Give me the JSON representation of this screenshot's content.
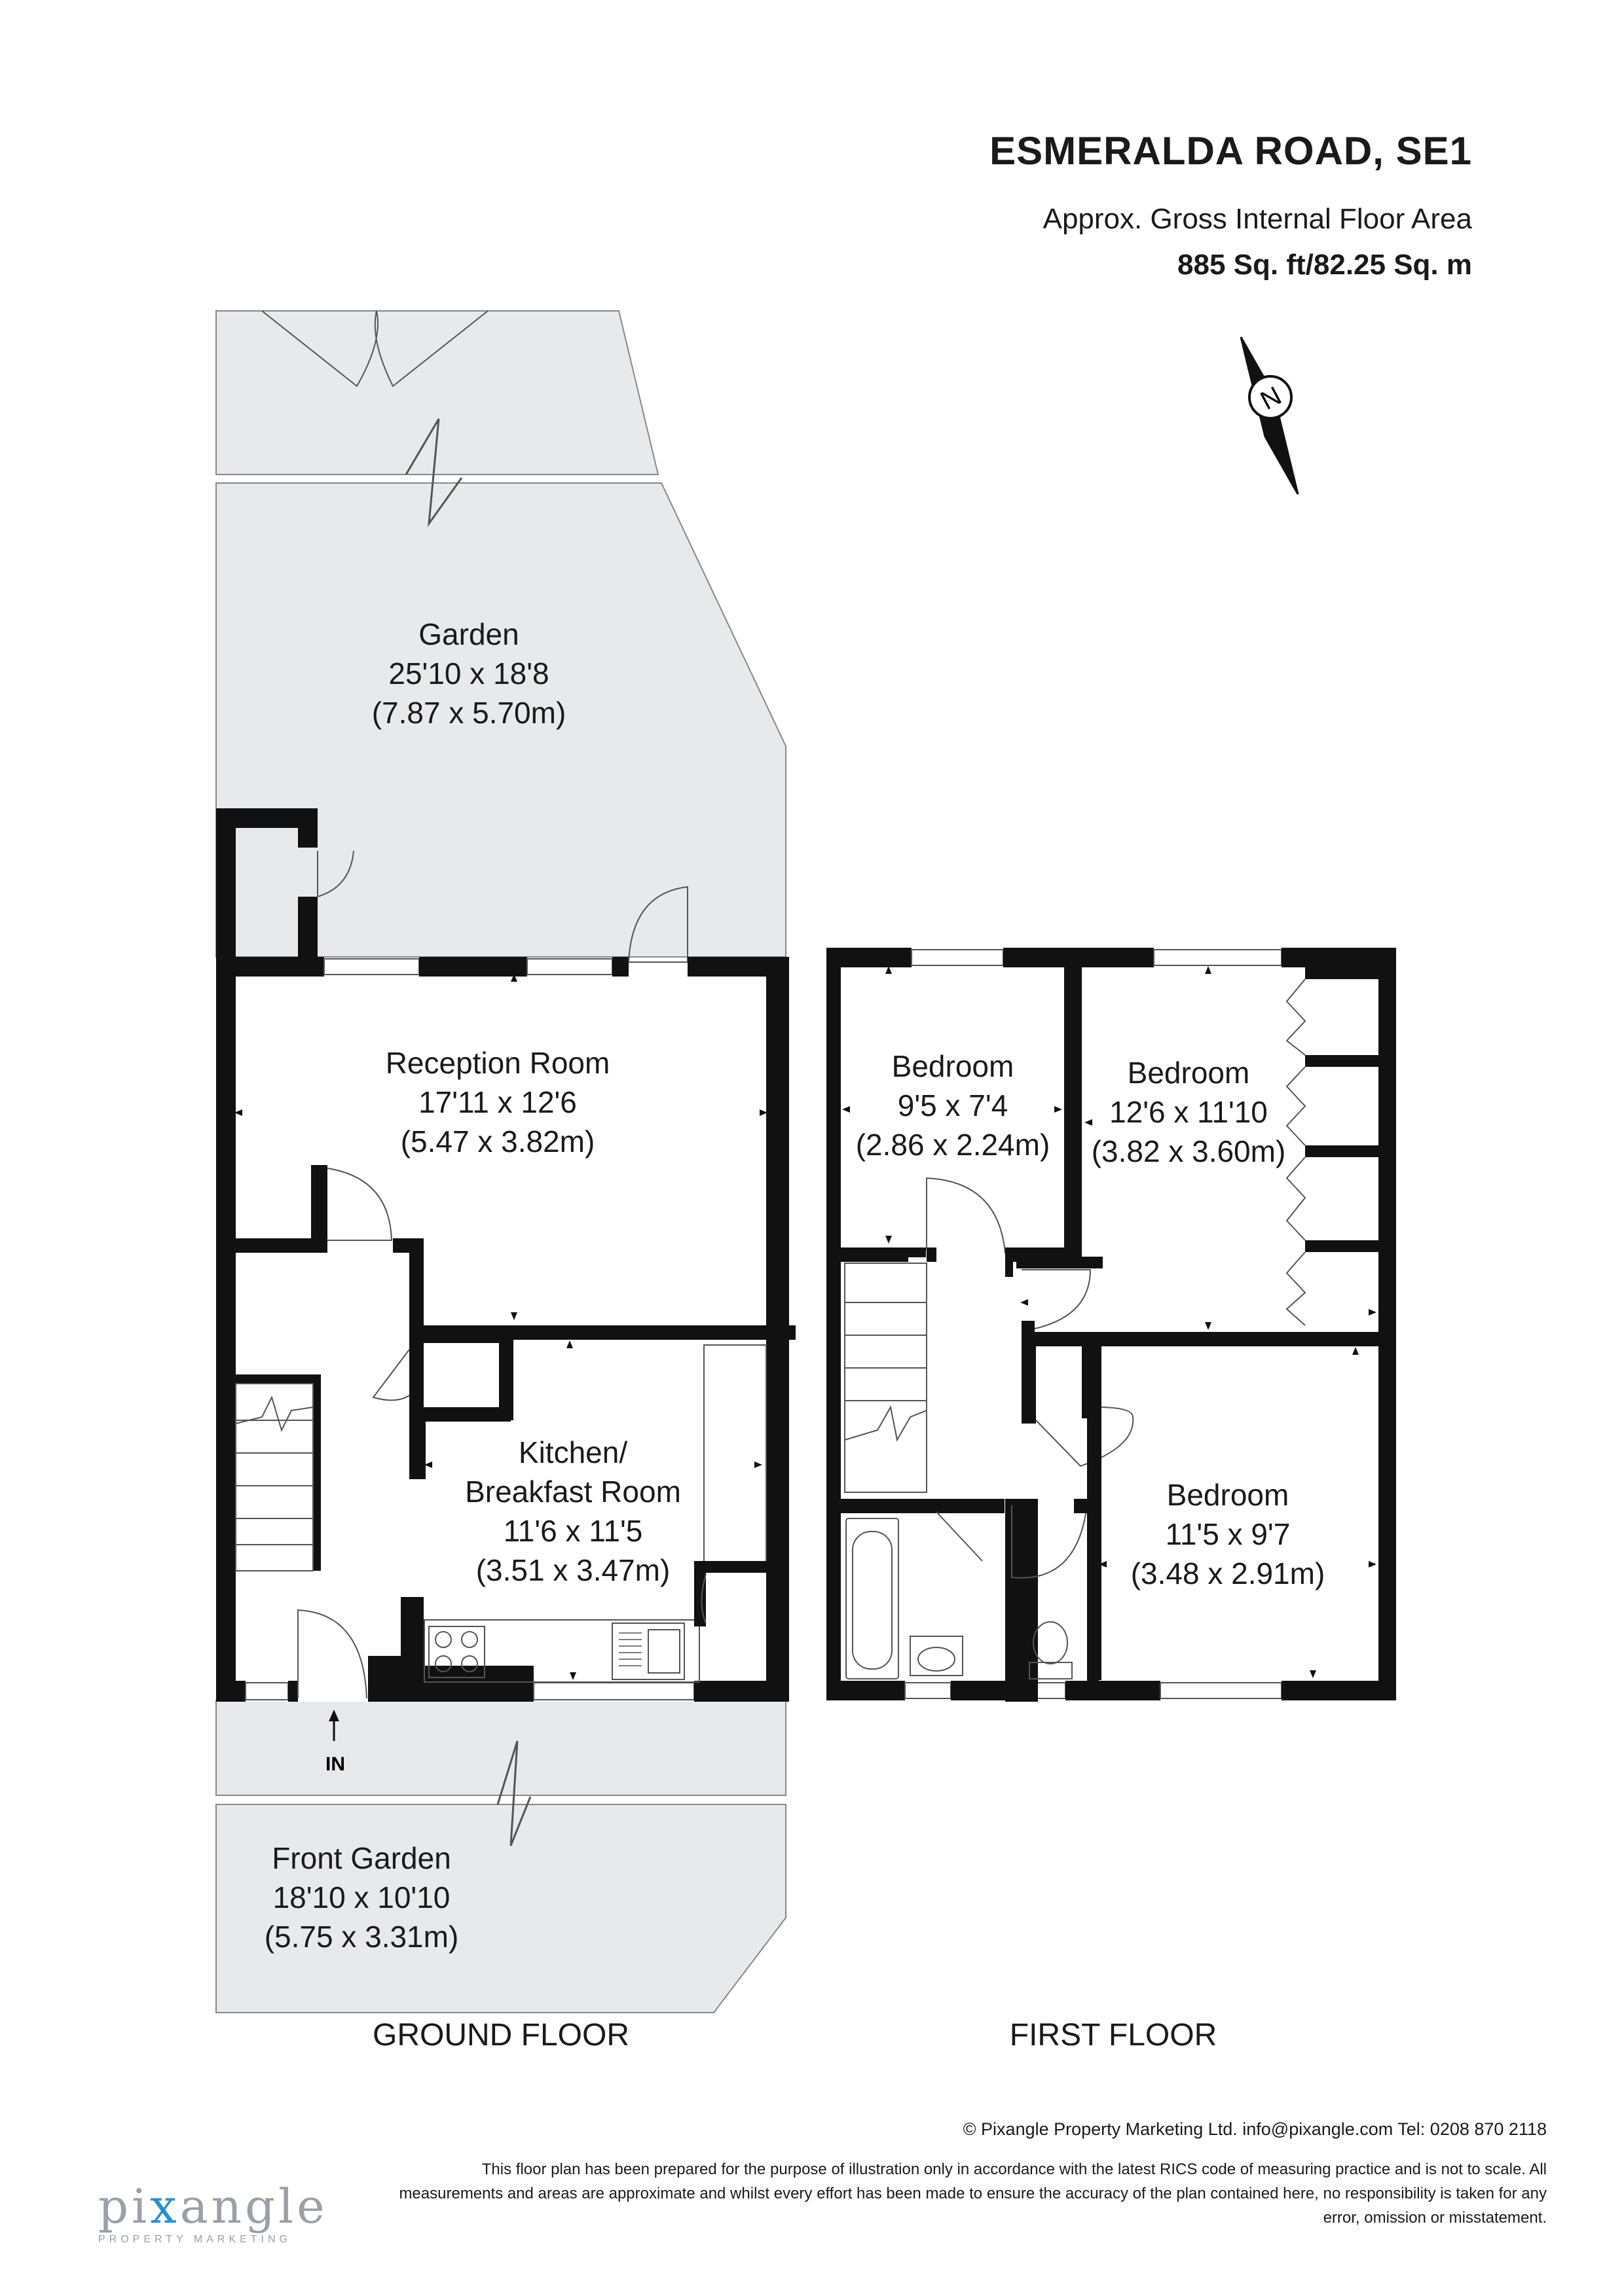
{
  "header": {
    "title": "ESMERALDA ROAD, SE1",
    "subtitle": "Approx. Gross Internal Floor Area",
    "area": "885 Sq. ft/82.25 Sq. m"
  },
  "compass": {
    "letter": "N"
  },
  "ground_floor": {
    "label": "GROUND FLOOR",
    "entrance": "IN",
    "rooms": {
      "garden": {
        "name": "Garden",
        "size_imperial": "25'10 x 18'8",
        "size_metric": "(7.87 x 5.70m)"
      },
      "reception": {
        "name": "Reception Room",
        "size_imperial": "17'11 x 12'6",
        "size_metric": "(5.47 x 3.82m)"
      },
      "kitchen": {
        "name_line1": "Kitchen/",
        "name_line2": "Breakfast Room",
        "size_imperial": "11'6 x 11'5",
        "size_metric": "(3.51 x 3.47m)"
      },
      "front_garden": {
        "name": "Front Garden",
        "size_imperial": "18'10 x 10'10",
        "size_metric": "(5.75 x 3.31m)"
      }
    }
  },
  "first_floor": {
    "label": "FIRST FLOOR",
    "rooms": {
      "bedroom1": {
        "name": "Bedroom",
        "size_imperial": "9'5 x 7'4",
        "size_metric": "(2.86 x 2.24m)"
      },
      "bedroom2": {
        "name": "Bedroom",
        "size_imperial": "12'6 x 11'10",
        "size_metric": "(3.82 x 3.60m)"
      },
      "bedroom3": {
        "name": "Bedroom",
        "size_imperial": "11'5 x 9'7",
        "size_metric": "(3.48 x 2.91m)"
      }
    }
  },
  "footer": {
    "copyright": "© Pixangle Property Marketing Ltd. info@pixangle.com Tel: 0208 870 2118",
    "disclaimer": "This floor plan has been prepared for the purpose of illustration only in accordance with the latest RICS code of measuring practice and is not to scale. All measurements and areas are approximate and whilst every effort has been made to ensure the accuracy of the plan contained here, no responsibility is taken for any error, omission or misstatement.",
    "logo_pre": "pi",
    "logo_x": "x",
    "logo_post": "angle",
    "logo_sub": "PROPERTY MARKETING"
  },
  "colors": {
    "wall": "#111111",
    "outdoor": "#e8e9eb",
    "line": "#555555",
    "window": "#ffffff"
  }
}
